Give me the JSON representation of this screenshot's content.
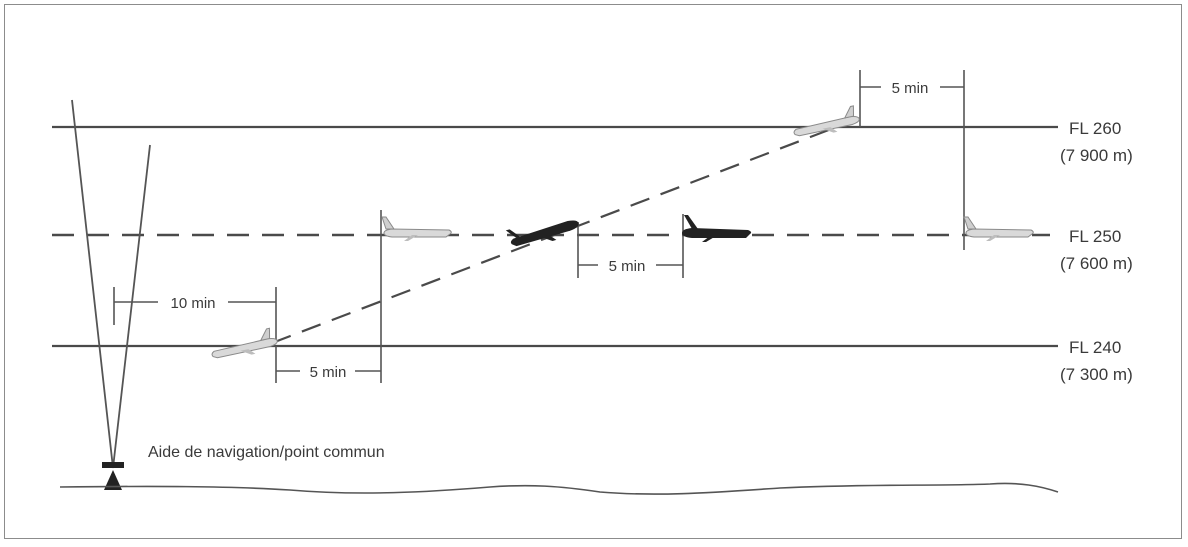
{
  "levels": [
    {
      "label": "FL 260",
      "sub": "(7 900 m)"
    },
    {
      "label": "FL 250",
      "sub": "(7 600 m)"
    },
    {
      "label": "FL 240",
      "sub": "(7 300 m)"
    }
  ],
  "separations": {
    "top": "5 min",
    "middle": "5 min",
    "left": "10 min",
    "bottom": "5 min"
  },
  "navaid_label": "Aide de navigation/point commun",
  "colors": {
    "line": "#4a4a4a",
    "aircraft_dark": "#222222",
    "aircraft_light": "#bdbdbd",
    "frame": "#8c8c8c"
  }
}
